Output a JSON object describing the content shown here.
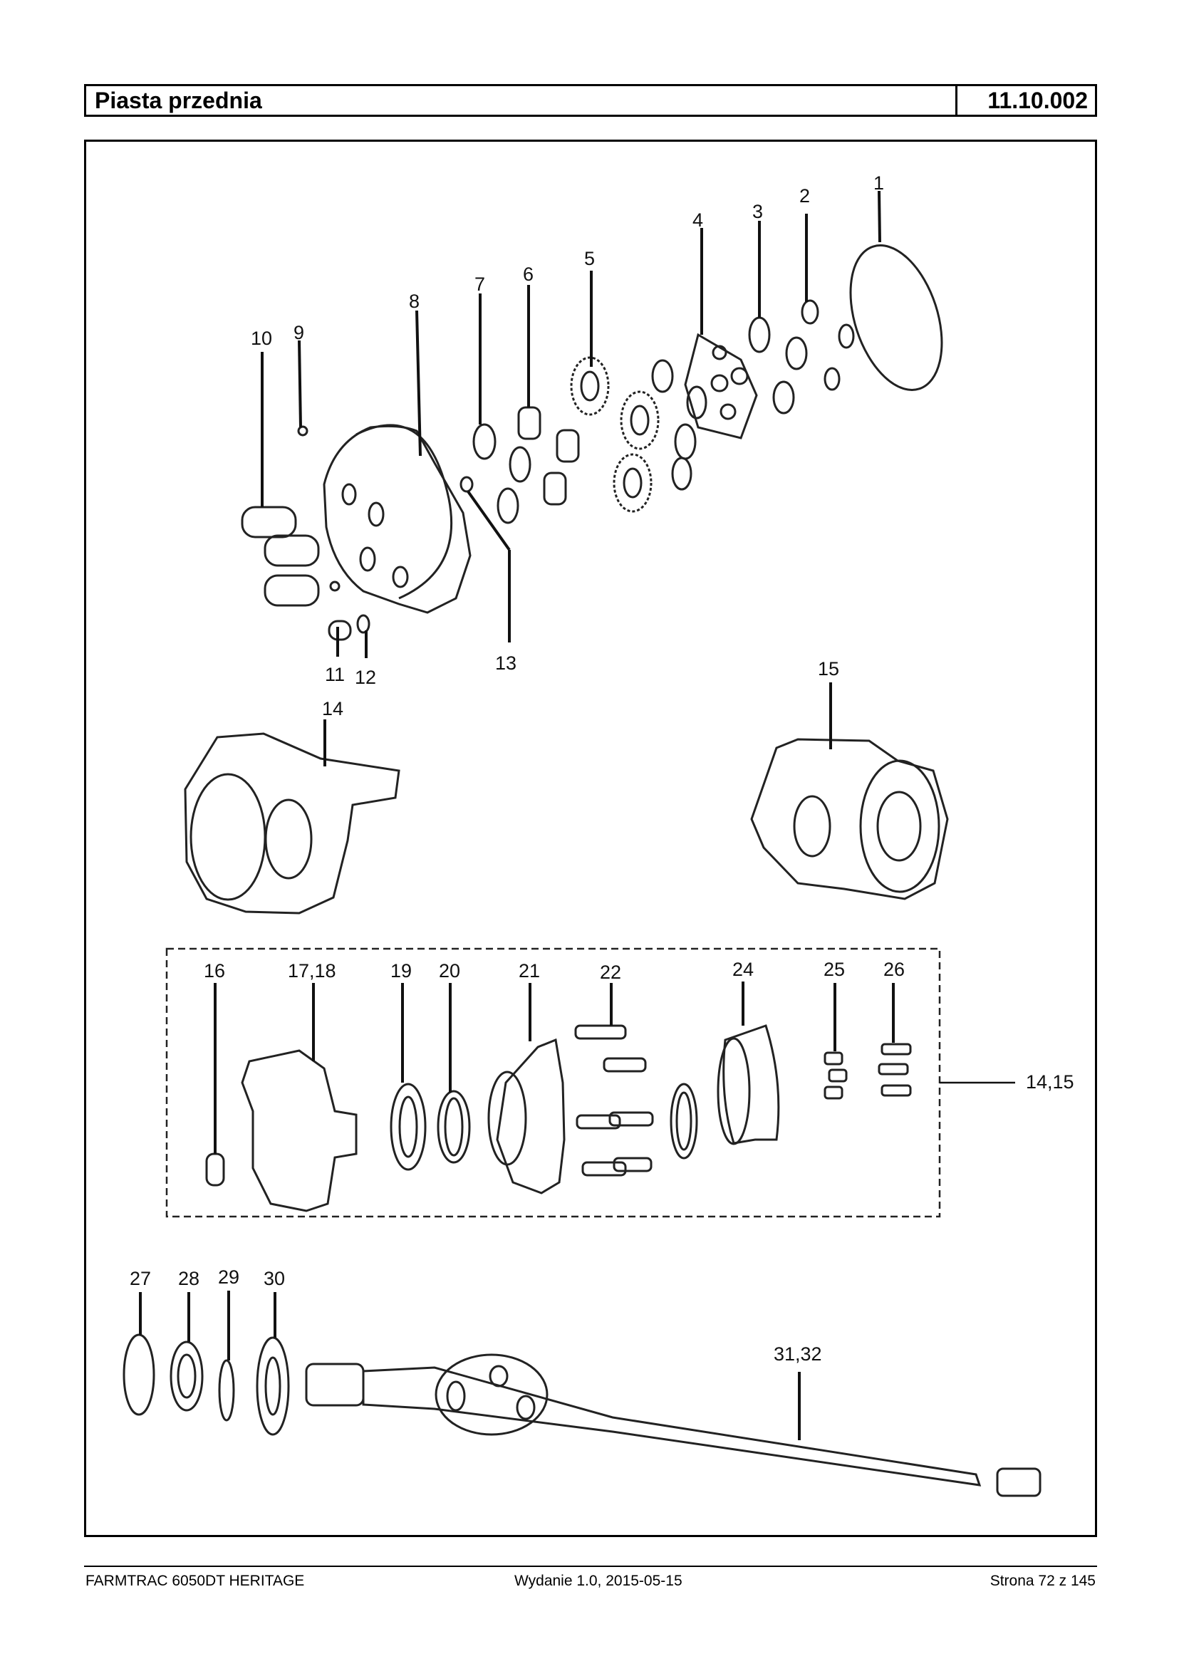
{
  "header": {
    "title": "Piasta przednia",
    "code": "11.10.002"
  },
  "callouts": {
    "c1": "1",
    "c2": "2",
    "c3": "3",
    "c4": "4",
    "c5": "5",
    "c6": "6",
    "c7": "7",
    "c8": "8",
    "c9": "9",
    "c10": "10",
    "c11": "11",
    "c12": "12",
    "c13": "13",
    "c14": "14",
    "c15": "15",
    "c16": "16",
    "c1718": "17,18",
    "c19": "19",
    "c20": "20",
    "c21": "21",
    "c22": "22",
    "c24": "24",
    "c25": "25",
    "c26": "26",
    "c1415": "14,15",
    "c27": "27",
    "c28": "28",
    "c29": "29",
    "c30": "30",
    "c3132": "31,32"
  },
  "footer": {
    "left": "FARMTRAC 6050DT HERITAGE",
    "center": "Wydanie 1.0,  2015-05-15",
    "right": "Strona 72 z 145"
  }
}
